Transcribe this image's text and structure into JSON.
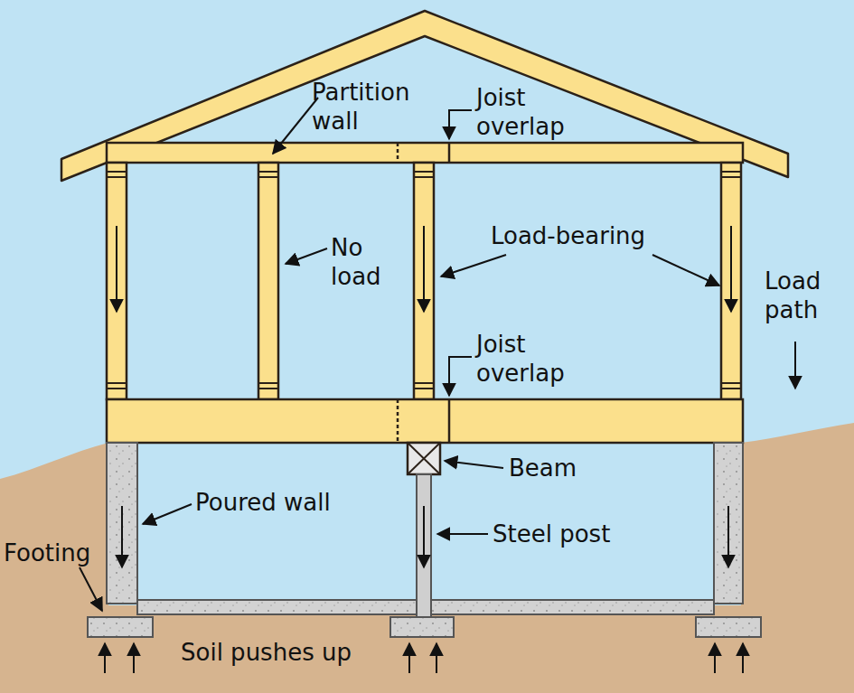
{
  "diagram": {
    "labels": [
      "Partition wall",
      "Joist overlap",
      "No load",
      "Load-bearing",
      "Load path",
      "Joist overlap",
      "Beam",
      "Poured wall",
      "Steel post",
      "Footing",
      "Soil pushes up"
    ]
  }
}
